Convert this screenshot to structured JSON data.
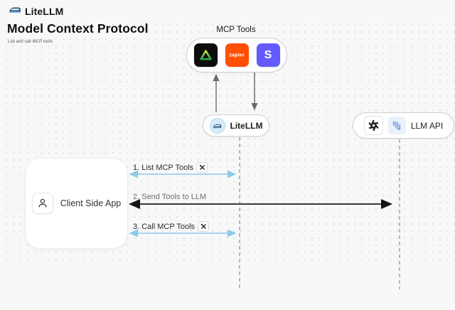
{
  "header": {
    "brand": "LiteLLM",
    "title": "Model Context Protocol",
    "subtitle": "List and call MCP tools"
  },
  "mcp_tools": {
    "label": "MCP Tools",
    "tools": [
      {
        "name": "triangle-tool",
        "label": ""
      },
      {
        "name": "zapier",
        "label": "zapier"
      },
      {
        "name": "stripe",
        "label": "S"
      }
    ]
  },
  "nodes": {
    "litellm": {
      "label": "LiteLLM"
    },
    "llm_api": {
      "label": "LLM API"
    },
    "client": {
      "label": "Client Side App"
    }
  },
  "sequence": {
    "steps": [
      {
        "label": "1. List MCP Tools",
        "has_tools_icon": true
      },
      {
        "label": "2. Send Tools to LLM",
        "has_tools_icon": false
      },
      {
        "label": "3. Call MCP Tools",
        "has_tools_icon": true
      }
    ]
  },
  "colors": {
    "background": "#f8f8f8",
    "blue_arrow": "#8ccbe8",
    "dark_arrow": "#3a3a3a",
    "zapier_orange": "#FF4F00",
    "stripe_purple": "#635BFF",
    "tool_green": "#3fae3a"
  }
}
